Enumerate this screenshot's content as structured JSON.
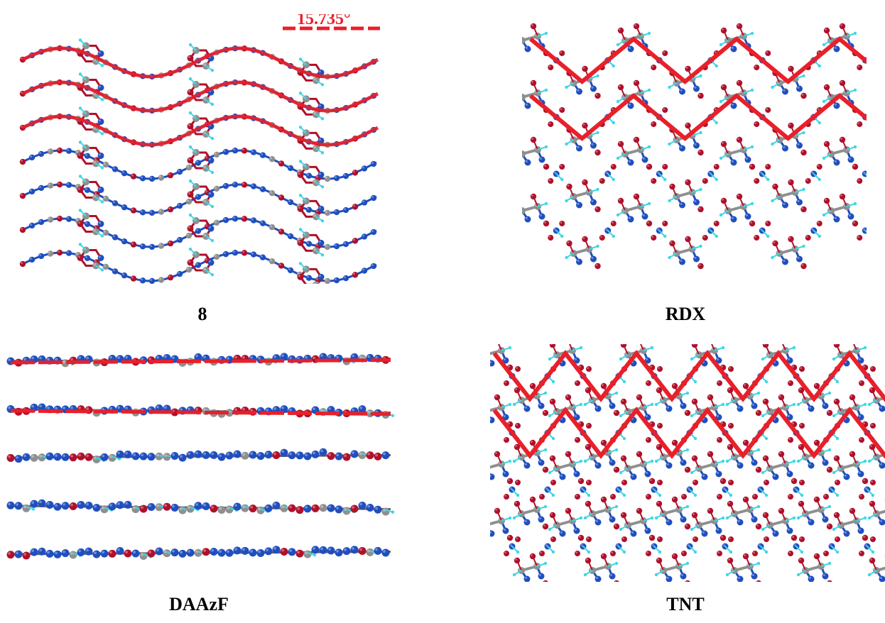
{
  "panels": [
    {
      "id": "8",
      "caption": "8",
      "angle_label": "15.735°",
      "layers": 7,
      "packing": "wave",
      "guide_layers": 3
    },
    {
      "id": "RDX",
      "caption": "RDX",
      "layers": 4,
      "packing": "zigzag",
      "guide_layers": 2
    },
    {
      "id": "DAAzF",
      "caption": "DAAzF",
      "layers": 5,
      "packing": "planar",
      "guide_layers": 2
    },
    {
      "id": "TNT",
      "caption": "TNT",
      "layers": 4,
      "packing": "zigzag",
      "guide_layers": 2
    }
  ],
  "colors": {
    "guide": "#e8202a",
    "nitrogen": "#1f4fbf",
    "oxygen": "#b0102a",
    "carbon": "#8f8f8f",
    "hydrogen": "#3fd6e6"
  }
}
